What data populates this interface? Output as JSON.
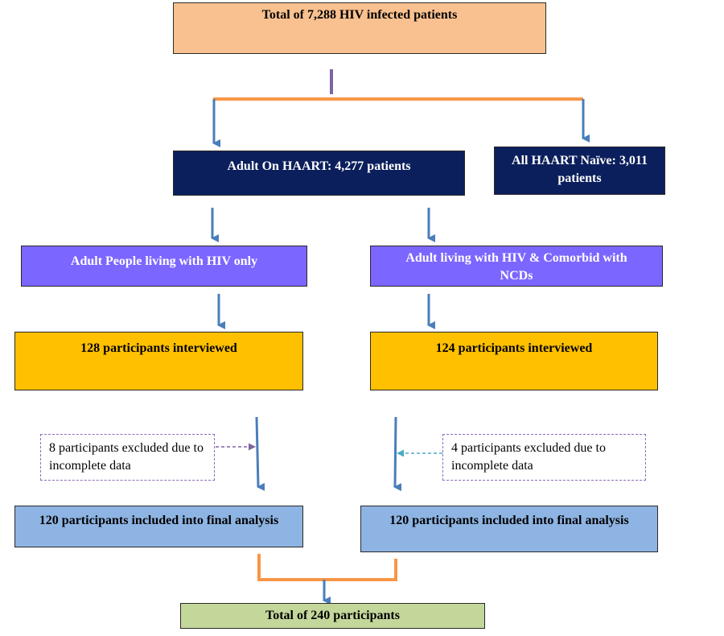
{
  "boxes": {
    "total": "Total of 7,288 HIV infected patients",
    "on_haart": "Adult On HAART: 4,277 patients",
    "haart_naive": "All HAART Naïve: 3,011 patients",
    "hiv_only": "Adult People living with HIV only",
    "hiv_ncd": "Adult living with HIV & Comorbid with NCDs",
    "interviewed_left": "128 participants interviewed",
    "interviewed_right": "124 participants interviewed",
    "excluded_left": "8 participants excluded due to incomplete data",
    "excluded_right": "4 participants excluded due to incomplete data",
    "included_left": "120 participants included into final analysis",
    "included_right": "120 participants included into final analysis",
    "final_total": "Total of 240 participants"
  },
  "colors": {
    "peach": "#f9c18f",
    "navy": "#0b1f5c",
    "violet": "#7b66ff",
    "amber": "#ffc000",
    "light_blue": "#8eb4e3",
    "green": "#c4d79b",
    "arrow_blue": "#4a7ebb",
    "connector_orange": "#f79646",
    "connector_purple": "#8064a2",
    "dashed_teal": "#4bacc6"
  }
}
